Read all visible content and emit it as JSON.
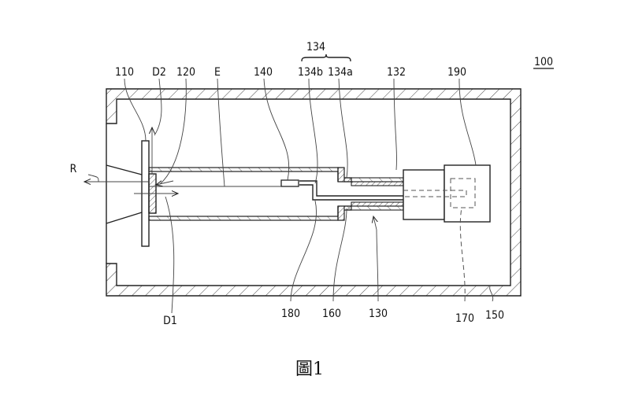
{
  "figure": {
    "caption": "圖1",
    "assembly_label": "100",
    "group_label": "134",
    "labels": {
      "l110": "110",
      "lD2": "D2",
      "l120": "120",
      "lE": "E",
      "l140": "140",
      "l134b": "134b",
      "l134a": "134a",
      "l132": "132",
      "l190": "190",
      "lR": "R",
      "lD1": "D1",
      "l180": "180",
      "l160": "160",
      "l130": "130",
      "l170": "170",
      "l150": "150"
    }
  }
}
